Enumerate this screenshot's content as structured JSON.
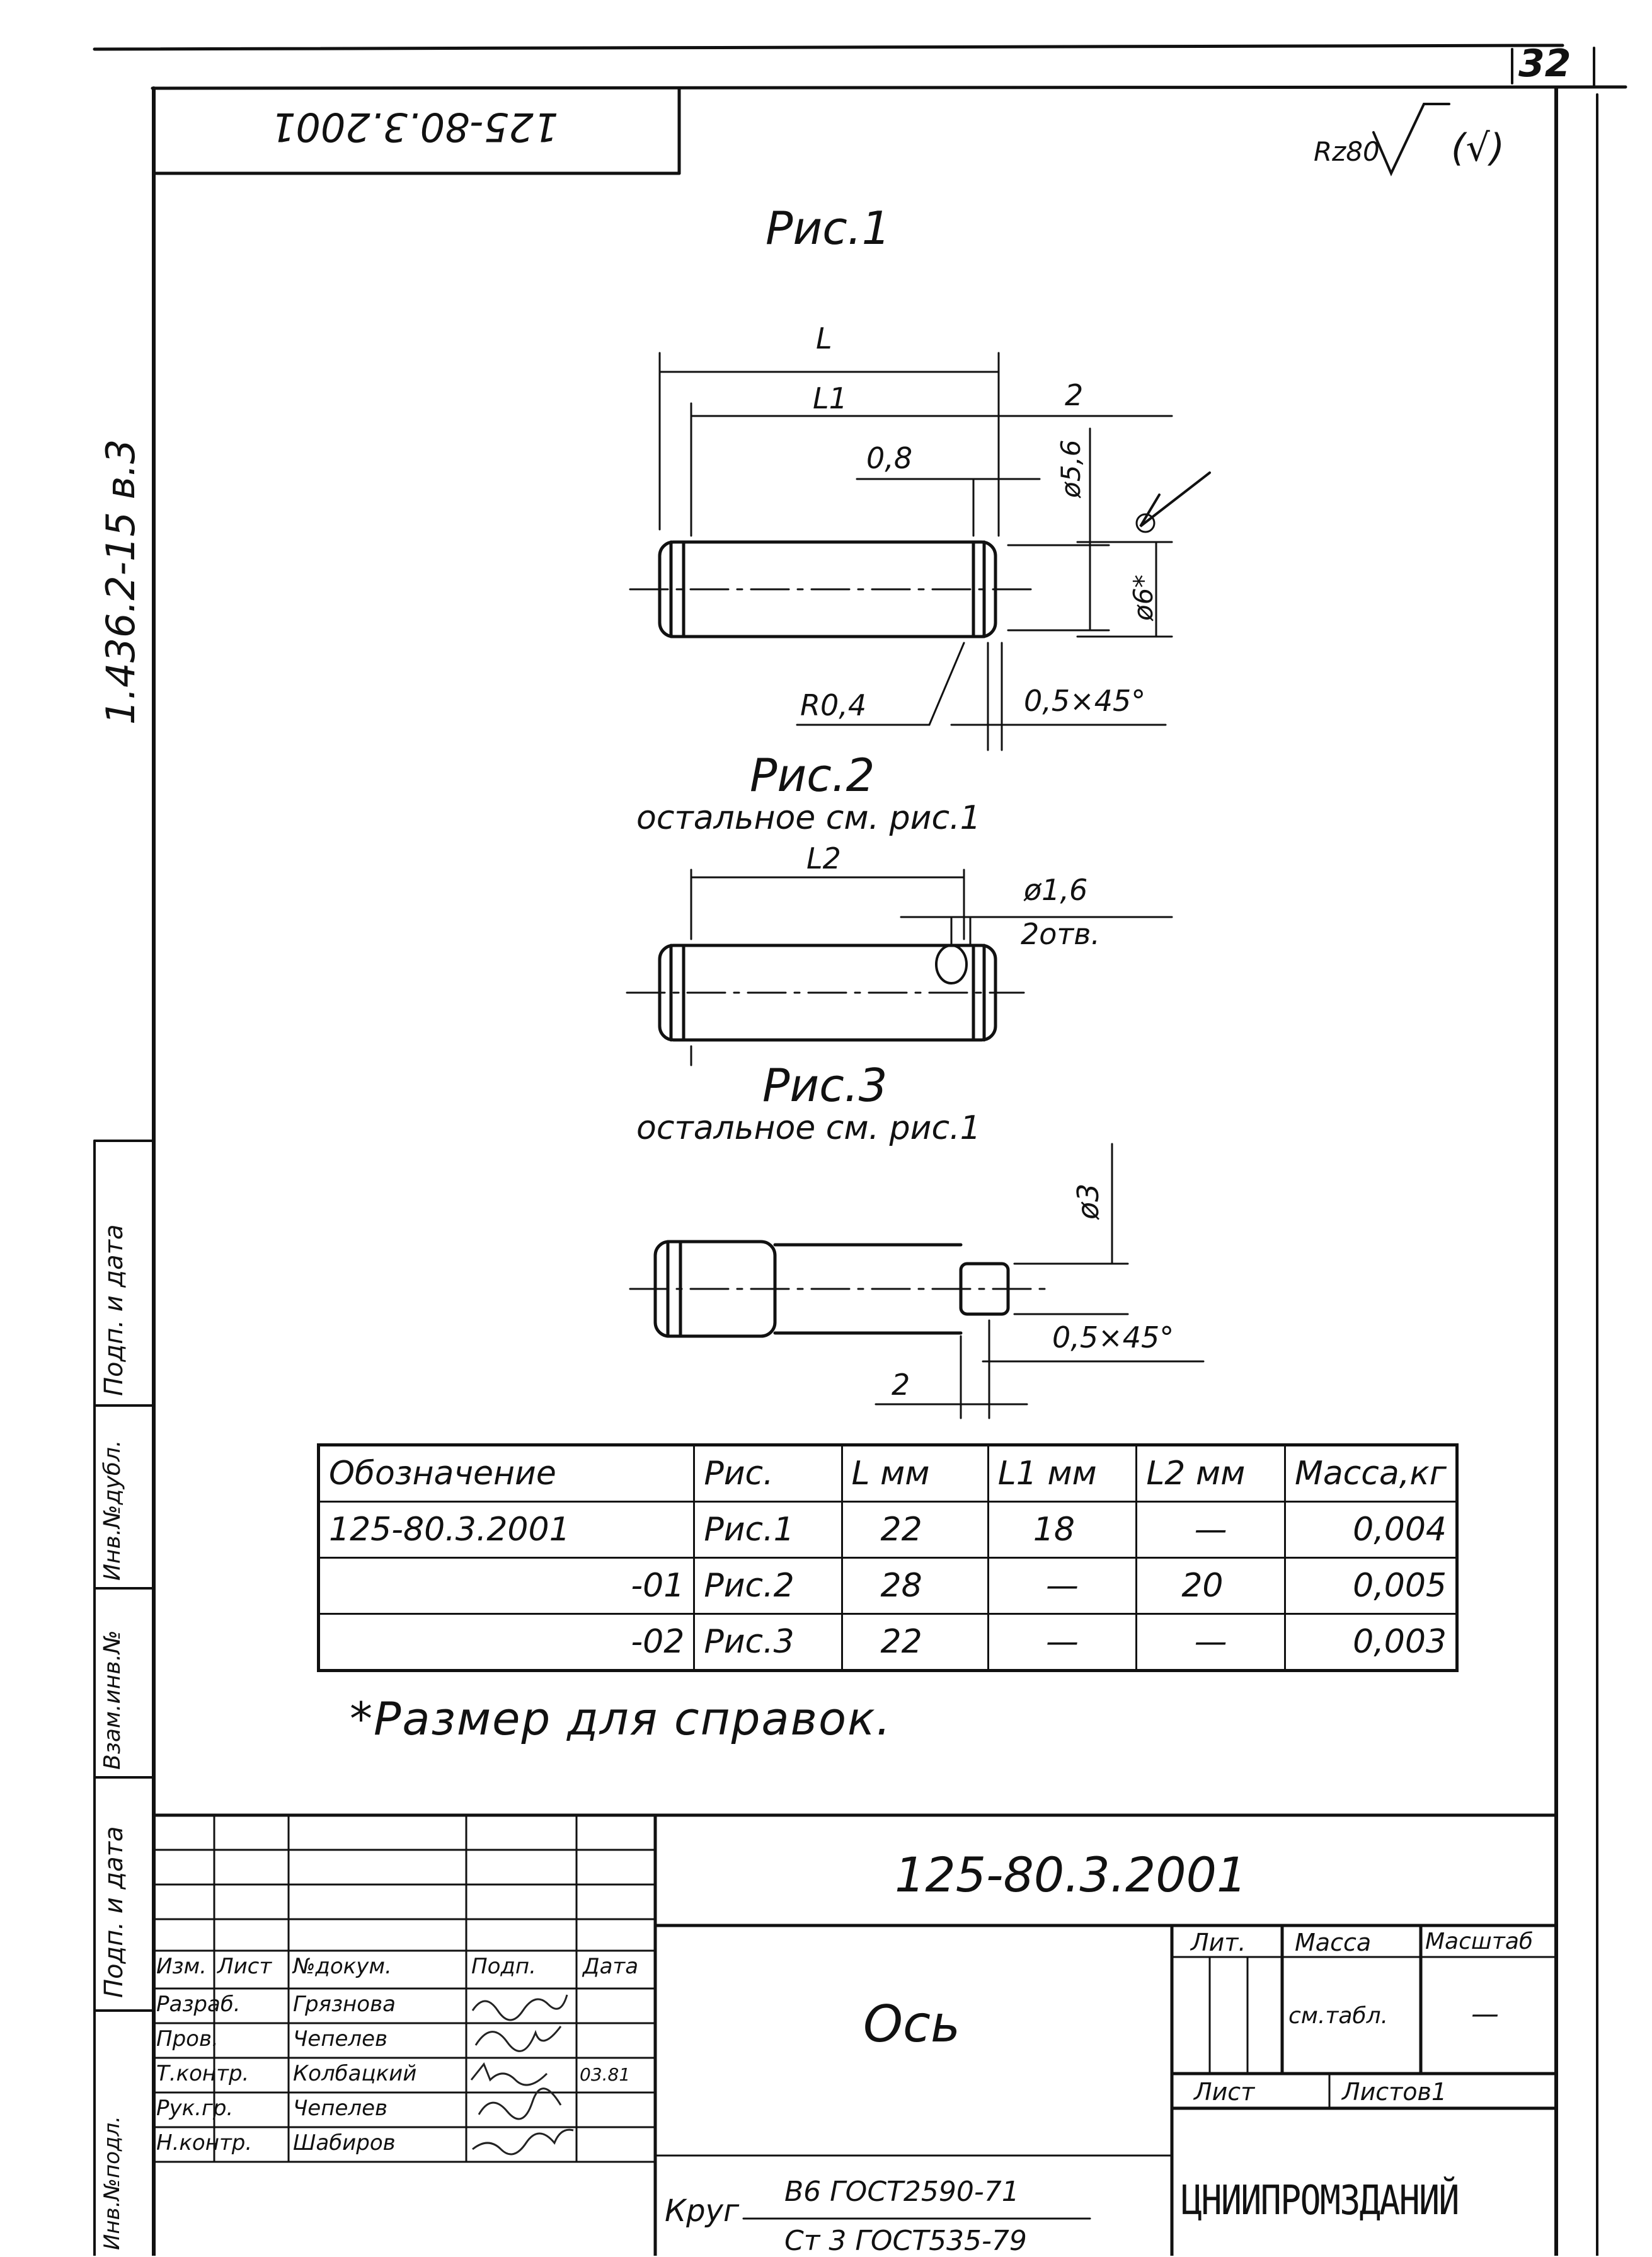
{
  "sheet_number": "32",
  "rotated_code": "125-80.3.2001",
  "roughness": {
    "symbol": "Rz80",
    "suffix": "(√)"
  },
  "series_code": "1.436.2-15  в.3",
  "figures": {
    "fig1": {
      "title": "Рис.1",
      "dims": {
        "L": "L",
        "L1": "L1",
        "chamfer_len": "2",
        "groove": "0,8",
        "dia_groove": "ø5,6",
        "dia": "ø6*",
        "radius": "R0,4",
        "chamfer": "0,5×45°"
      }
    },
    "fig2": {
      "title": "Рис.2",
      "note": "остальное см. рис.1",
      "dims": {
        "L2": "L2",
        "hole_dia": "ø1,6",
        "hole_count": "2отв."
      }
    },
    "fig3": {
      "title": "Рис.3",
      "note": "остальное см. рис.1",
      "dims": {
        "dia": "ø3",
        "chamfer": "0,5×45°",
        "len": "2"
      }
    }
  },
  "spec_table": {
    "headers": [
      "Обозначение",
      "Рис.",
      "L мм",
      "L1 мм",
      "L2 мм",
      "Масса,кг"
    ],
    "rows": [
      [
        "125-80.3.2001",
        "Рис.1",
        "22",
        "18",
        "—",
        "0,004"
      ],
      [
        "-01",
        "Рис.2",
        "28",
        "—",
        "20",
        "0,005"
      ],
      [
        "-02",
        "Рис.3",
        "22",
        "—",
        "—",
        "0,003"
      ]
    ]
  },
  "footnote": "*Размер для справок.",
  "side_stamps": [
    "Подп. и дата",
    "Инв.№дубл.",
    "Взам.инв.№",
    "Подп. и дата",
    "Инв.№подл."
  ],
  "title_block": {
    "designation": "125-80.3.2001",
    "name": "Ось",
    "header_labels": [
      "Изм.",
      "Лист",
      "№докум.",
      "Подп.",
      "Дата"
    ],
    "roles": [
      {
        "role": "Разраб.",
        "name": "Грязнова",
        "date": ""
      },
      {
        "role": "Пров.",
        "name": "Чепелев",
        "date": ""
      },
      {
        "role": "Т.контр.",
        "name": "Колбацкий",
        "date": "03.81"
      },
      {
        "role": "Рук.гр.",
        "name": "Чепелев",
        "date": ""
      },
      {
        "role": "Н.контр.",
        "name": "Шабиров",
        "date": ""
      }
    ],
    "lit_label": "Лит.",
    "mass_label": "Масса",
    "scale_label": "Масштаб",
    "mass_value": "см.табл.",
    "scale_value": "—",
    "sheet_label": "Лист",
    "sheets_label": "Листов1",
    "material_label": "Круг",
    "material_line1": "В6 ГОСТ2590-71",
    "material_line2": "Ст 3 ГОСТ535-79",
    "organization": "ЦНИИПРОМЗДАНИЙ"
  }
}
